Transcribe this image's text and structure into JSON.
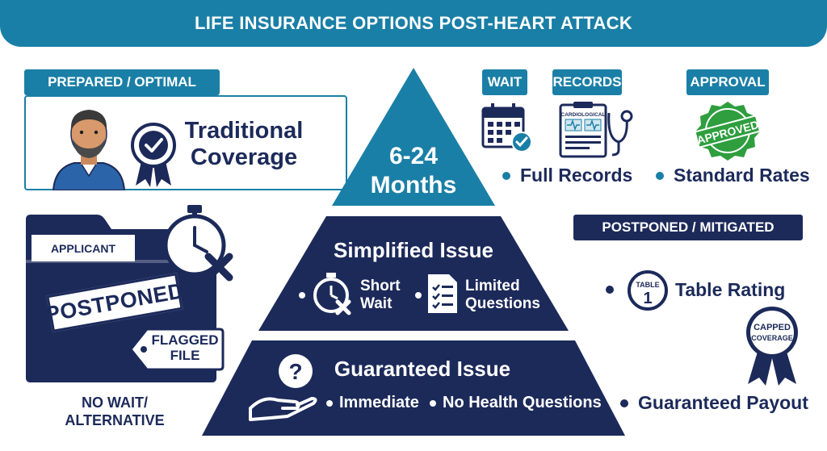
{
  "header": {
    "title": "LIFE INSURANCE OPTIONS POST-HEART ATTACK"
  },
  "prepared": {
    "tag": "PREPARED / OPTIMAL",
    "title_line1": "Traditional",
    "title_line2": "Coverage",
    "icons": [
      "man-avatar-icon",
      "check-badge-icon"
    ]
  },
  "pyramid_top": {
    "line1": "6-24",
    "line2": "Months"
  },
  "pyramid_middle": {
    "title": "Simplified Issue",
    "item1_line1": "Short",
    "item1_line2": "Wait",
    "item2_line1": "Limited",
    "item2_line2": "Questions"
  },
  "pyramid_bottom": {
    "title": "Guaranteed Issue",
    "item1": "Immediate",
    "item2": "No Health Questions"
  },
  "top_right": {
    "wait_tag": "WAIT",
    "records_tag": "RECORDS",
    "approval_tag": "APPROVAL",
    "clipboard_label": "CARDIOLOGICAL",
    "stamp_label": "APPROVED",
    "bullet1": "Full Records",
    "bullet2": "Standard Rates"
  },
  "postponed_left": {
    "folder_tab": "APPLICANT",
    "stamp": "POSTPONED",
    "file_tag_line1": "FLAGGED",
    "file_tag_line2": "FILE",
    "caption_line1": "NO WAIT/",
    "caption_line2": "ALTERNATIVE"
  },
  "postponed_right": {
    "tag": "POSTPONED / MITIGATED",
    "table_badge_top": "TABLE",
    "table_badge_num": "1",
    "bullet1": "Table Rating",
    "capped_line1": "CAPPED",
    "capped_line2": "COVERAGE",
    "bullet2": "Guaranteed Payout"
  },
  "colors": {
    "teal": "#1a7fa6",
    "navy": "#1c2a5a",
    "green": "#2e9e3e",
    "white": "#ffffff"
  }
}
